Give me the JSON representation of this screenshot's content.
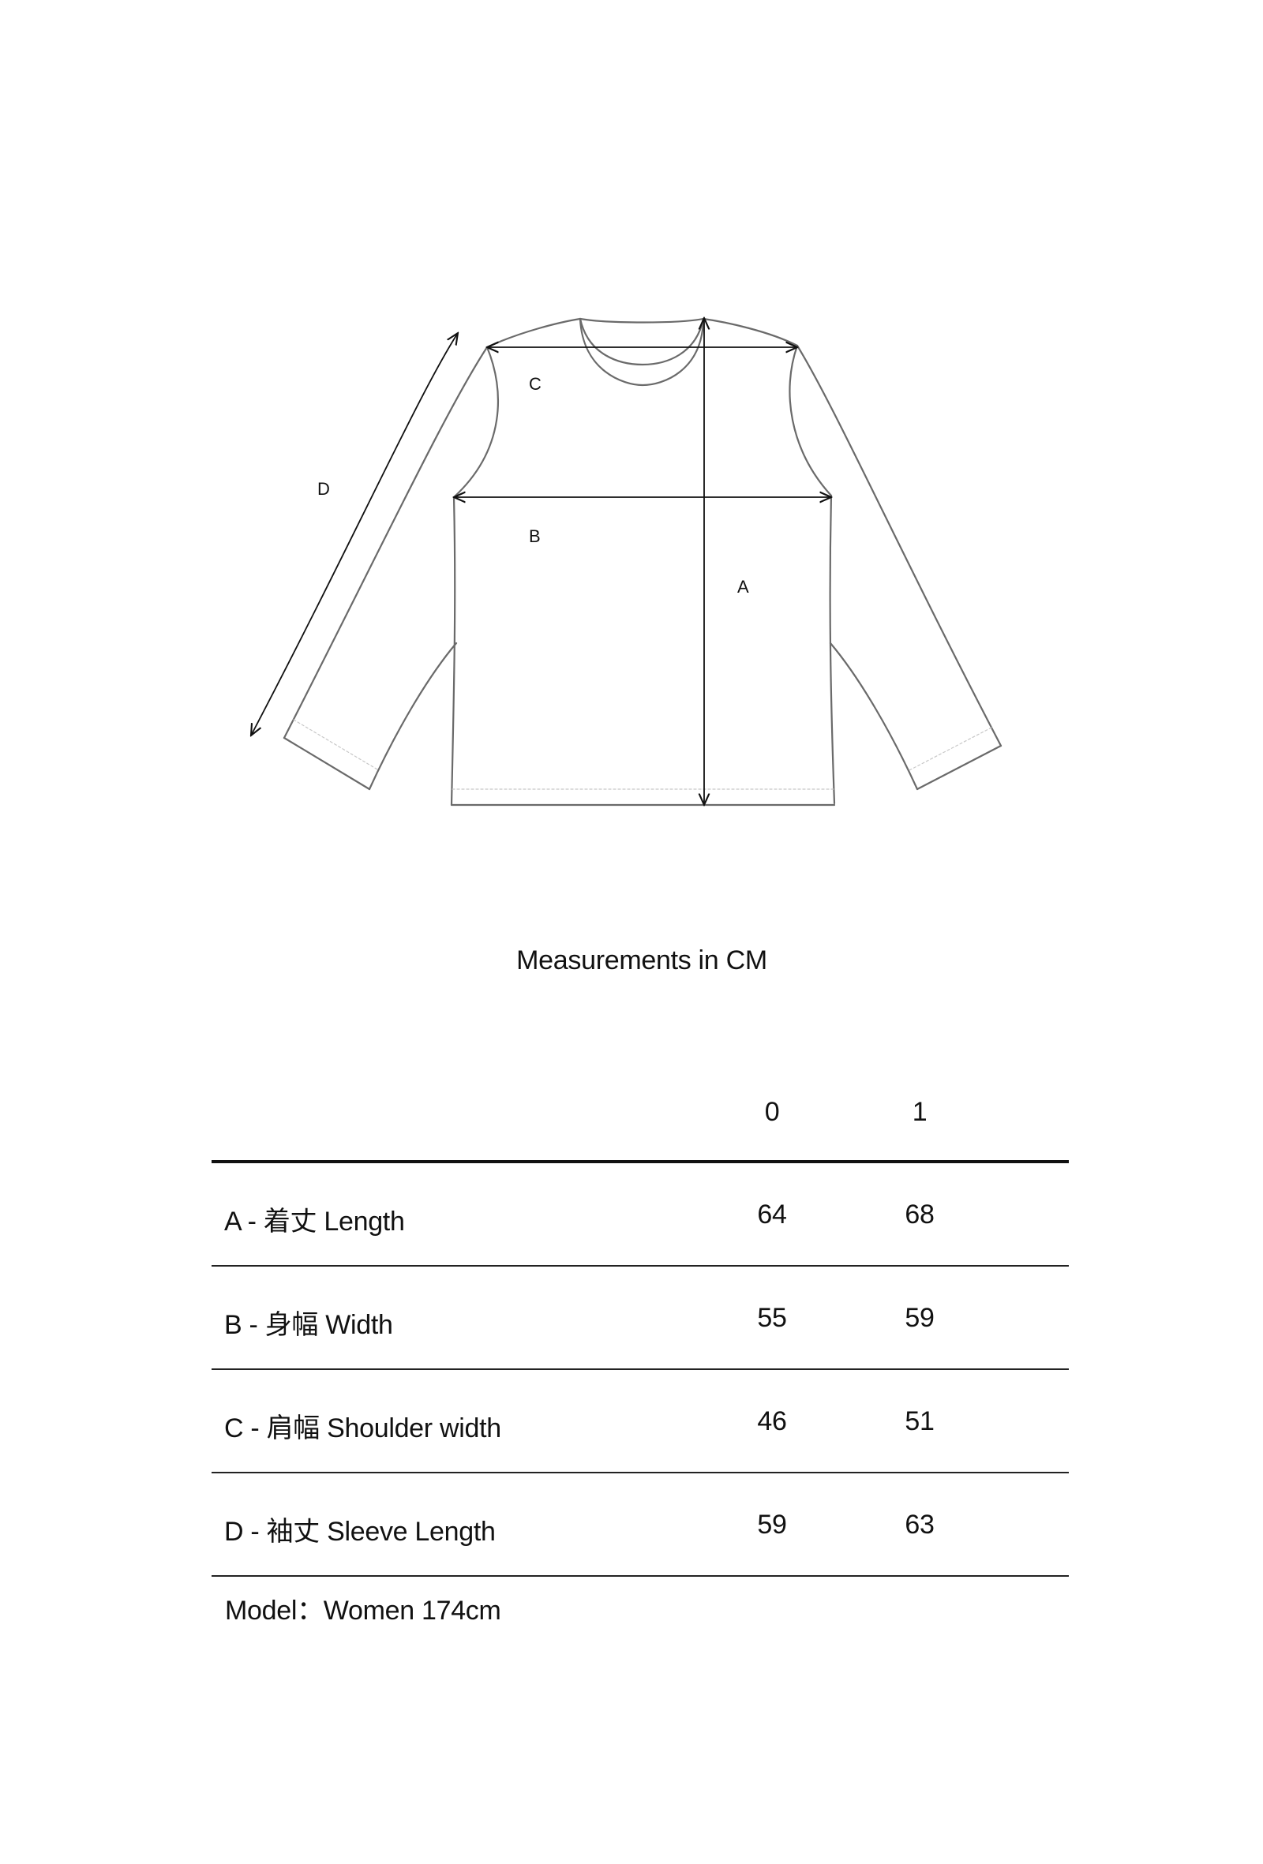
{
  "diagram": {
    "labels": {
      "a": "A",
      "b": "B",
      "c": "C",
      "d": "D"
    }
  },
  "heading": "Measurements in CM",
  "table": {
    "sizes": [
      "0",
      "1"
    ],
    "rows": [
      {
        "label": "A - 着丈 Length",
        "values": [
          "64",
          "68"
        ]
      },
      {
        "label": "B - 身幅 Width",
        "values": [
          "55",
          "59"
        ]
      },
      {
        "label": "C - 肩幅 Shoulder width",
        "values": [
          "46",
          "51"
        ]
      },
      {
        "label": "D - 袖丈 Sleeve Length",
        "values": [
          "59",
          "63"
        ]
      }
    ]
  },
  "model_note": "Model：Women 174cm"
}
